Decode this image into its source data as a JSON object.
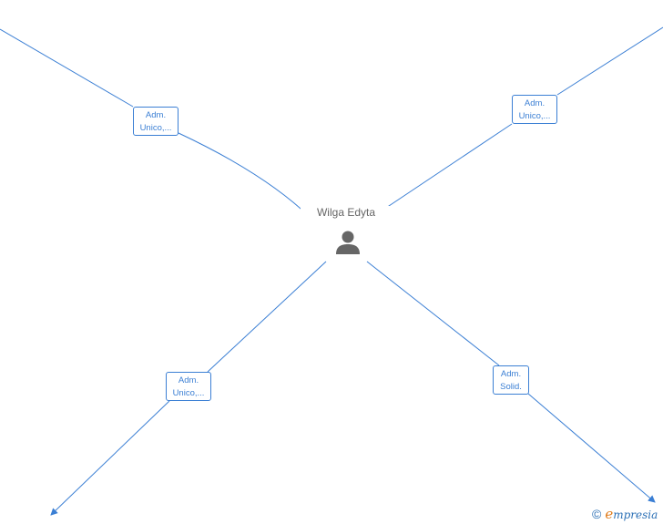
{
  "center": {
    "name": "Wilga Edyta",
    "icon": "person-icon"
  },
  "relations": [
    {
      "id": "tl",
      "line1": "Adm.",
      "line2": "Unico,..."
    },
    {
      "id": "tr",
      "line1": "Adm.",
      "line2": "Unico,..."
    },
    {
      "id": "bl",
      "line1": "Adm.",
      "line2": "Unico,..."
    },
    {
      "id": "br",
      "line1": "Adm.",
      "line2": "Solid."
    }
  ],
  "brand": {
    "copyright": "©",
    "e": "e",
    "rest": "mpresia"
  },
  "colors": {
    "edge": "#3b7fd4",
    "label_text": "#666666",
    "icon": "#666666",
    "brand_blue": "#2a6fb5",
    "brand_orange": "#e07b1a"
  }
}
